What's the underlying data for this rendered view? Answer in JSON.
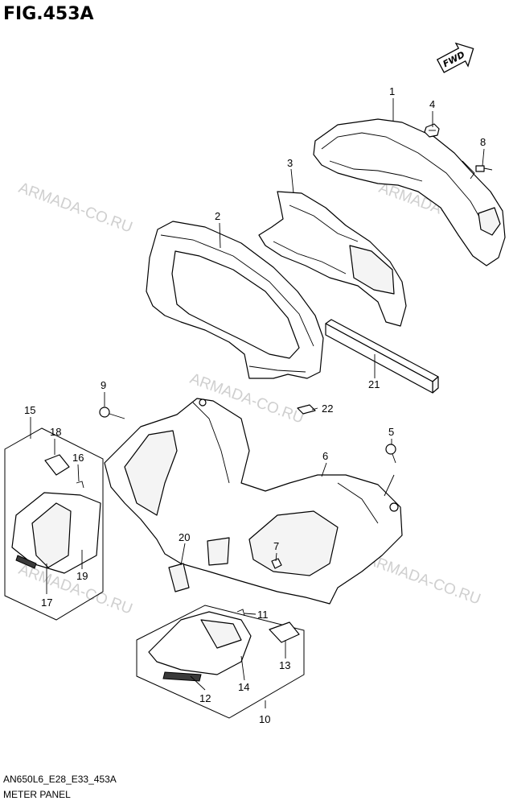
{
  "figure": {
    "title": "FIG.453A",
    "code": "AN650L6_E28_E33_453A",
    "name": "METER PANEL"
  },
  "direction": {
    "label": "FWD"
  },
  "watermark": "ARMADA-CO.RU",
  "callouts": [
    "1",
    "2",
    "3",
    "4",
    "5",
    "6",
    "7",
    "8",
    "9",
    "10",
    "11",
    "12",
    "13",
    "14",
    "15",
    "16",
    "17",
    "18",
    "19",
    "20",
    "21",
    "22"
  ]
}
